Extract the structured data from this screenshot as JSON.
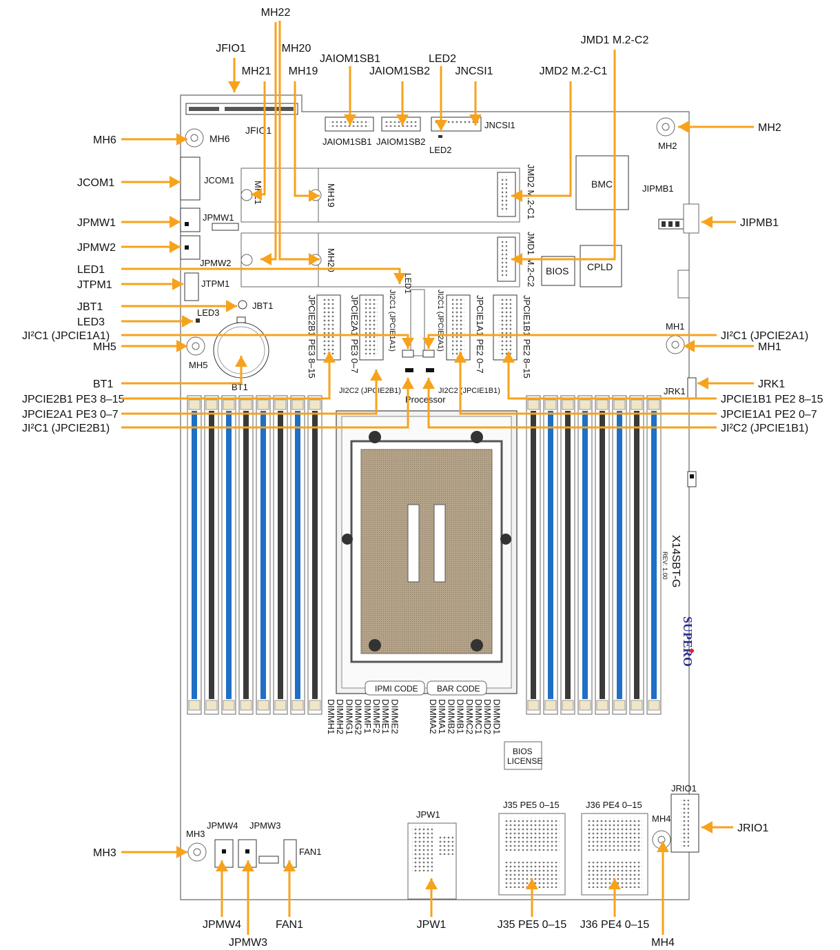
{
  "colors": {
    "accent": "#F7A21B",
    "dimm_blue": "#1F6FC5",
    "dimm_black": "#3a3a3a",
    "brand": "#2B2E8C",
    "brand_red": "#D8232A"
  },
  "board": {
    "model": "X14SBT-G",
    "rev": "REV: 1.00",
    "brand": "SUPERO",
    "processor": "Processor",
    "ipmi_code": "IPMI CODE",
    "bar_code": "BAR CODE",
    "bios_license": [
      "BIOS",
      "LICENSE"
    ],
    "bmc": "BMC",
    "bios": "BIOS",
    "cpld": "CPLD"
  },
  "callouts": {
    "mh22": "MH22",
    "jfio1": "JFIO1",
    "mh20": "MH20",
    "jaiom1sb1": "JAIOM1SB1",
    "led2": "LED2",
    "jmd1": "JMD1 M.2-C2",
    "mh21": "MH21",
    "mh19": "MH19",
    "jaiom1sb2": "JAIOM1SB2",
    "jncsi1": "JNCSI1",
    "jmd2": "JMD2 M.2-C1",
    "mh6": "MH6",
    "mh2": "MH2",
    "jcom1": "JCOM1",
    "jpmw1": "JPMW1",
    "jipmb1": "JIPMB1",
    "jpmw2": "JPMW2",
    "led1": "LED1",
    "jtpm1": "JTPM1",
    "jbt1": "JBT1",
    "led3": "LED3",
    "ji2c1_1a1": "JI²C1 (JPCIE1A1)",
    "ji2c1_2a1": "JI²C1 (JPCIE2A1)",
    "mh5": "MH5",
    "mh1": "MH1",
    "bt1": "BT1",
    "jrk1": "JRK1",
    "jpcie2b1": "JPCIE2B1 PE3 8–15",
    "jpcie1b1": "JPCIE1B1 PE2 8–15",
    "jpcie2a1": "JPCIE2A1 PE3 0–7",
    "jpcie1a1": "JPCIE1A1 PE2 0–7",
    "ji2c1_2b1": "JI²C1 (JPCIE2B1)",
    "ji2c2_1b1": "JI²C2 (JPCIE1B1)",
    "jrio1": "JRIO1",
    "mh3": "MH3",
    "jpmw4": "JPMW4",
    "jpmw3": "JPMW3",
    "fan1": "FAN1",
    "jpw1": "JPW1",
    "j35": "J35 PE5 0–15",
    "j36": "J36 PE4 0–15",
    "mh4": "MH4"
  },
  "silk": {
    "jfio1": "JFIO1",
    "mh6": "MH6",
    "jaiom1sb1": "JAIOM1SB1",
    "jaiom1sb2": "JAIOM1SB2",
    "led2": "LED2",
    "jncsi1": "JNCSI1",
    "mh2": "MH2",
    "jcom1": "JCOM1",
    "mh21": "MH21",
    "mh19": "MH19",
    "jmd2": "JMD2 M.2-C1",
    "jipmb1": "JIPMB1",
    "jpmw1": "JPMW1",
    "jpmw2": "JPMW2",
    "mh2x": "MH2",
    "mh20": "MH20",
    "jmd1": "JMD1 M.2-C2",
    "jtpm1": "JTPM1",
    "led1": "LED1",
    "jbt1": "JBT1",
    "led3": "LED3",
    "mh5": "MH5",
    "bt1": "BT1",
    "mh1": "MH1",
    "jrk1": "JRK1",
    "jpcie2b1": "JPCIE2B1 PE3 8–15",
    "jpcie2a1": "JPCIE2A1 PE3 0–7",
    "ji2c1a": "JI2C1 (JPCIE1A1)",
    "ji2c1b": "JI2C1 (JPCIE2A1)",
    "jpcie1a1": "JPCIE1A1 PE2 0–7",
    "jpcie1b1": "JPCIE1B1 PE2 8–15",
    "ji2c2_2b1": "JI2C2 (JPCIE2B1)",
    "ji2c2_1b1": "JI2C2 (JPCIE1B1)",
    "jrio1": "JRIO1",
    "mh4": "MH4",
    "j35": "J35 PE5 0–15",
    "j36": "J36 PE4 0–15",
    "jpw1": "JPW1",
    "mh3": "MH3",
    "jpmw4": "JPMW4",
    "jpmw3": "JPMW3",
    "fan1": "FAN1"
  },
  "dimm_labels_left": [
    "DIMMH1",
    "DIMMH2",
    "DIMMG1",
    "DIMMG2",
    "DIMMF1",
    "DIMMF2",
    "DIMME1",
    "DIMME2"
  ],
  "dimm_labels_right": [
    "DIMMA2",
    "DIMMA1",
    "DIMMB2",
    "DIMMB1",
    "DIMMC2",
    "DIMMC1",
    "DIMMD2",
    "DIMMD1"
  ]
}
